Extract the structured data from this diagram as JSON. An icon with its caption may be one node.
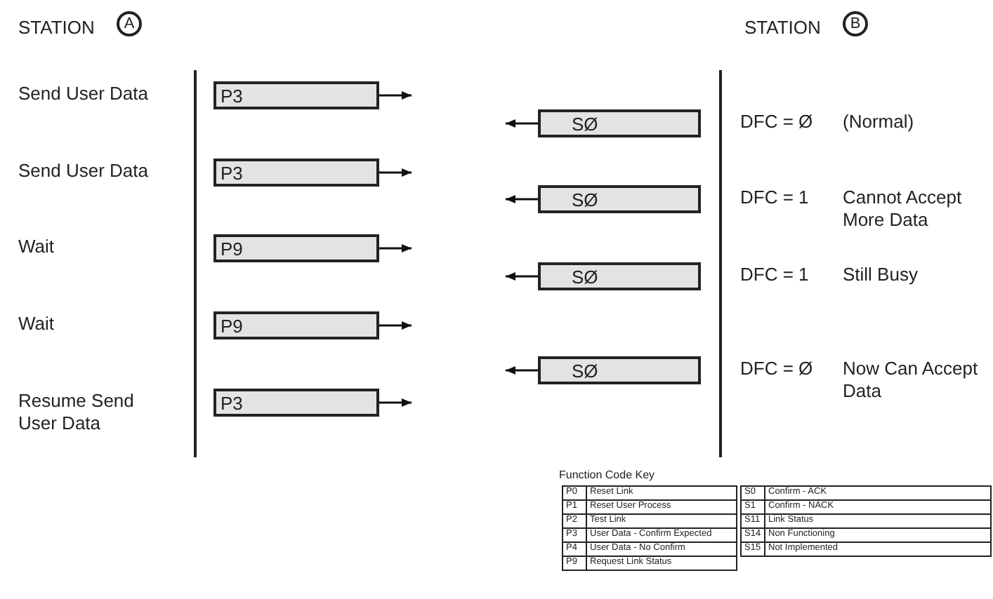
{
  "diagram": {
    "nodes": [
      {
        "text": [
          "P3"
        ]
      },
      {
        "text": [
          "P3"
        ]
      },
      {
        "text": [
          "P9"
        ]
      },
      {
        "text": [
          "P9"
        ]
      },
      {
        "text": [
          "P3"
        ]
      },
      {
        "text": [
          "SØ"
        ]
      },
      {
        "text": [
          "SØ"
        ]
      },
      {
        "text": [
          "SØ"
        ]
      },
      {
        "text": [
          "SØ"
        ]
      }
    ],
    "edges": [
      {
        "from": 0,
        "to": null,
        "arrow": "to"
      },
      {
        "from": 1,
        "to": null,
        "arrow": "to"
      },
      {
        "from": 2,
        "to": null,
        "arrow": "to"
      },
      {
        "from": 3,
        "to": null,
        "arrow": "to"
      },
      {
        "from": 4,
        "to": null,
        "arrow": "to"
      },
      {
        "from": 5,
        "to": null,
        "arrow": "to"
      },
      {
        "from": 6,
        "to": null,
        "arrow": "to"
      },
      {
        "from": 7,
        "to": null,
        "arrow": "to"
      },
      {
        "from": 8,
        "to": null,
        "arrow": "to"
      }
    ],
    "labels": [
      "STATION",
      "A",
      "STATION",
      "B",
      "Send User Data",
      "DFC = Ø",
      "(Normal)",
      "Send User Data",
      "DFC = 1",
      "Cannot Accept More Data",
      "Wait",
      "DFC = 1",
      "Still Busy",
      "Wait",
      "Resume Send User Data",
      "DFC = Ø",
      "Now Can Accept Data",
      "Function Code Key",
      "P0",
      "Reset Link",
      "S0",
      "Confirm - ACK",
      "P1",
      "Reset User Process",
      "S1",
      "Confirm - NACK",
      "P2",
      "Test Link",
      "S11",
      "Link Status",
      "P3",
      "User Data - Confirm Expected",
      "S14",
      "Non Functioning",
      "P4",
      "User Data - No Confirm",
      "S15",
      "Not Implemented",
      "P9",
      "Request Link Status"
    ]
  }
}
